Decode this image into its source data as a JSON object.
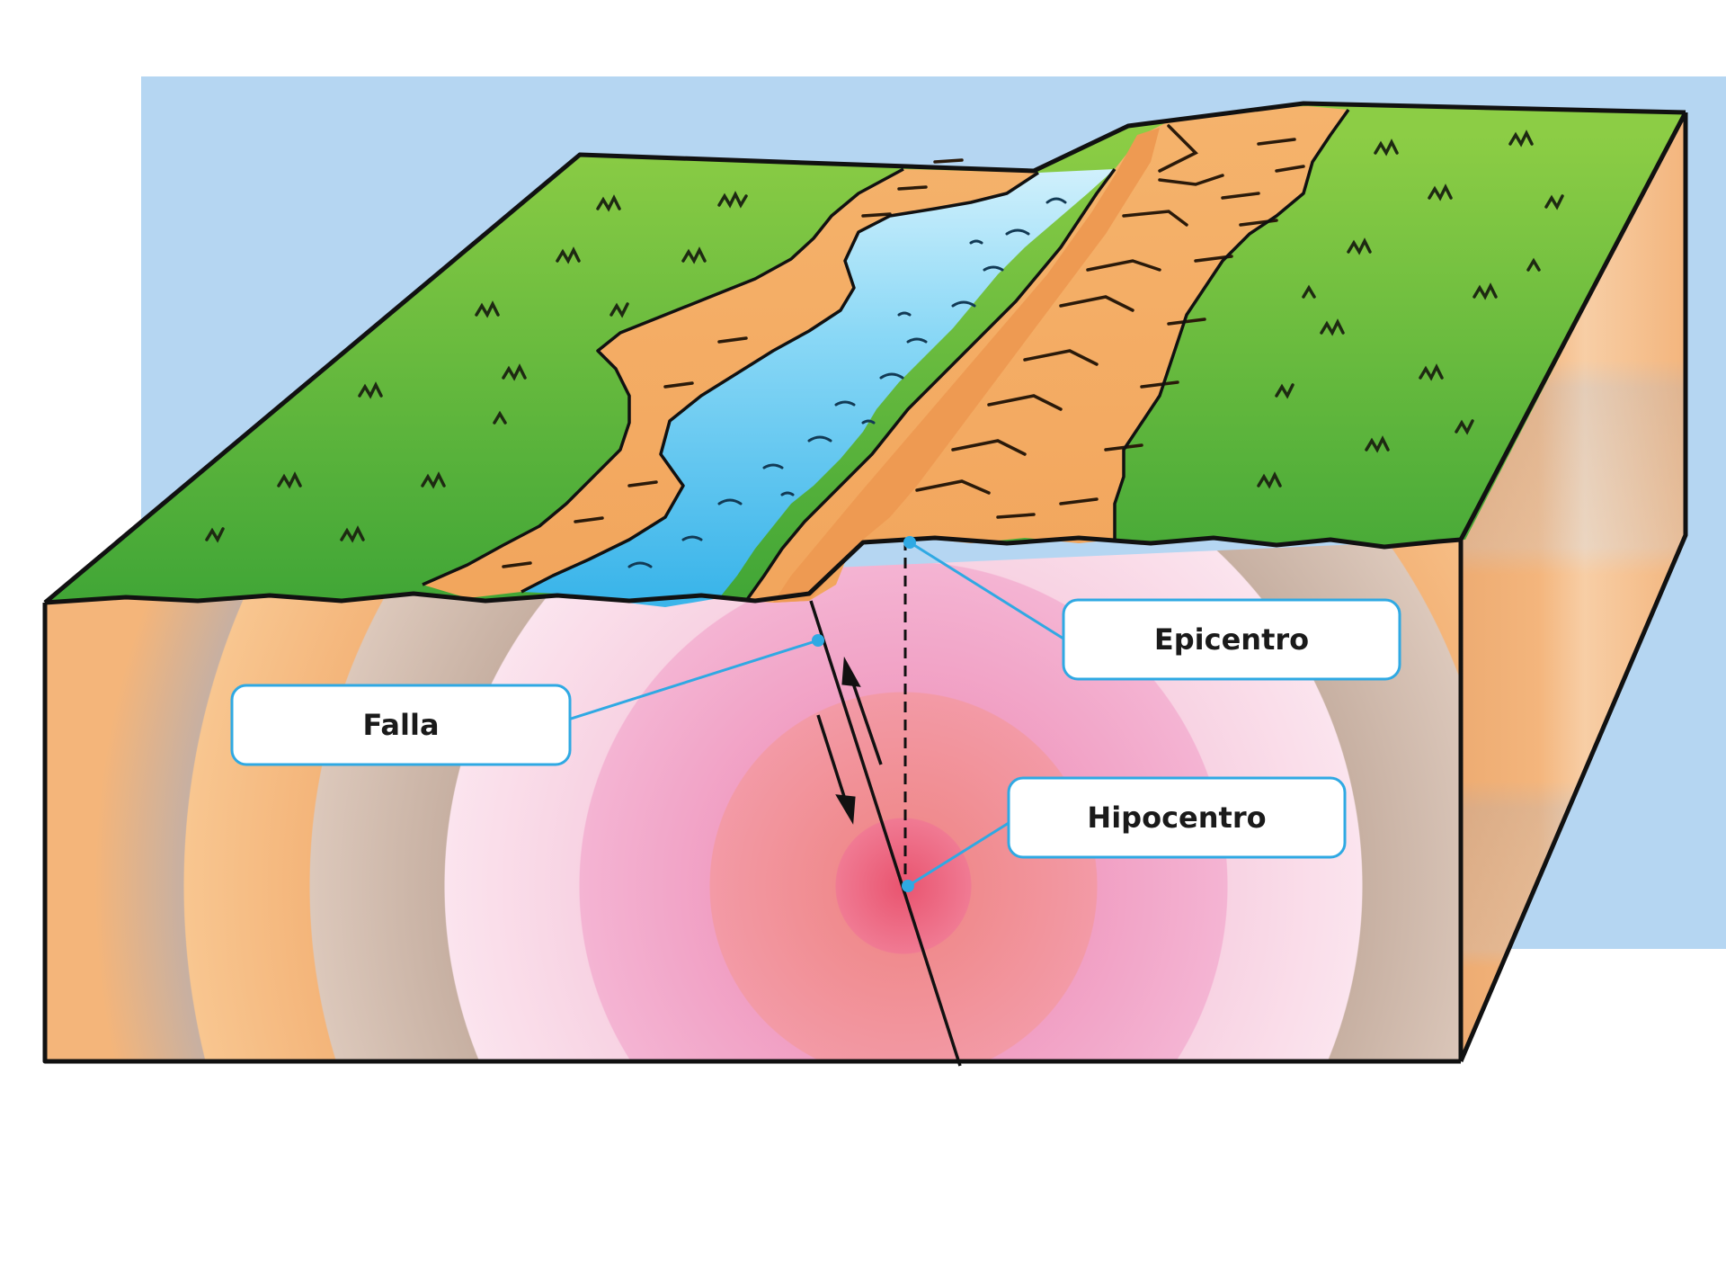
{
  "labels": {
    "falla": "Falla",
    "epicentro": "Epicentro",
    "hipocentro": "Hipocentro"
  },
  "colors": {
    "sky": "#b5d6f2",
    "grass": "#5fb832",
    "grass_light": "#8cd04a",
    "water": "#52c2ef",
    "water_light": "#c4ecfb",
    "soil": "#f0a45a",
    "soil_light": "#f7c07a",
    "rock_tan": "#f6be86",
    "rock_grey": "#c9b3a4",
    "pink_light": "#f8d3e3",
    "pink_mid": "#f1a2c6",
    "red_mid": "#ec7e8a",
    "red_core": "#e9546f",
    "label_border": "#2fa9e3"
  },
  "icons": {
    "fault_line": "fault-line",
    "slip_arrow_up": "arrow-up-icon",
    "slip_arrow_down": "arrow-down-icon"
  }
}
